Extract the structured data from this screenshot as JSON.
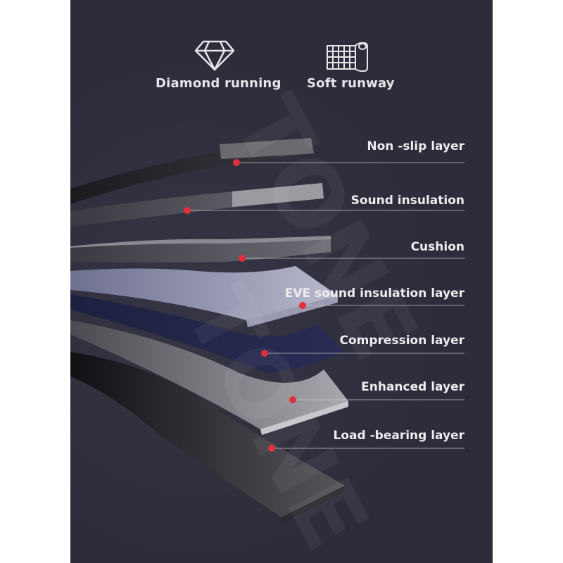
{
  "features": [
    {
      "label": "Diamond running",
      "icon": "diamond-icon"
    },
    {
      "label": "Soft runway",
      "icon": "runway-roll-icon"
    }
  ],
  "watermark": "TONE",
  "layers": [
    {
      "label": "Non -slip layer"
    },
    {
      "label": "Sound insulation"
    },
    {
      "label": "Cushion"
    },
    {
      "label": "EVE sound insulation layer"
    },
    {
      "label": "Compression layer"
    },
    {
      "label": "Enhanced layer"
    },
    {
      "label": "Load -bearing layer"
    }
  ],
  "colors": {
    "background": "#2c2c3a",
    "marker": "#e0303a",
    "text": "#ededf0"
  }
}
